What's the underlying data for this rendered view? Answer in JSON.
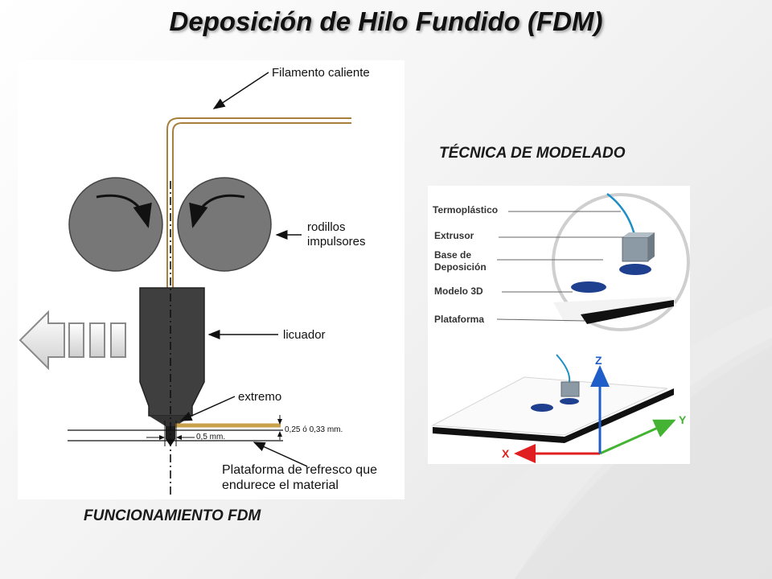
{
  "title": "Deposición de Hilo Fundido (FDM)",
  "fdm": {
    "caption": "FUNCIONAMIENTO FDM",
    "labels": {
      "hot_filament": "Filamento caliente",
      "rollers_1": "rodillos",
      "rollers_2": "impulsores",
      "liquefier": "licuador",
      "tip": "extremo",
      "layer_thickness": "0,25 ó 0,33 mm.",
      "bead_width": "0,5 mm.",
      "platform_1": "Plataforma de refresco que",
      "platform_2": "endurece el material"
    }
  },
  "modeling": {
    "caption": "TÉCNICA DE MODELADO",
    "labels": {
      "thermoplastic": "Termoplástico",
      "extruder": "Extrusor",
      "base_1": "Base de",
      "base_2": "Deposición",
      "model": "Modelo 3D",
      "platform": "Plataforma"
    },
    "axes": {
      "x": "X",
      "y": "Y",
      "z": "Z"
    }
  },
  "colors": {
    "filament": "#a8803c",
    "roller": "#777777",
    "liquefier": "#3f3f3f",
    "thermoplastic": "#1e8fc6",
    "model": "#1f3f8f",
    "axis_x": "#e02020",
    "axis_y": "#44b334",
    "axis_z": "#1f5ec8"
  },
  "icons": [
    "left-arrow-icon",
    "rotation-arrow-icon"
  ]
}
